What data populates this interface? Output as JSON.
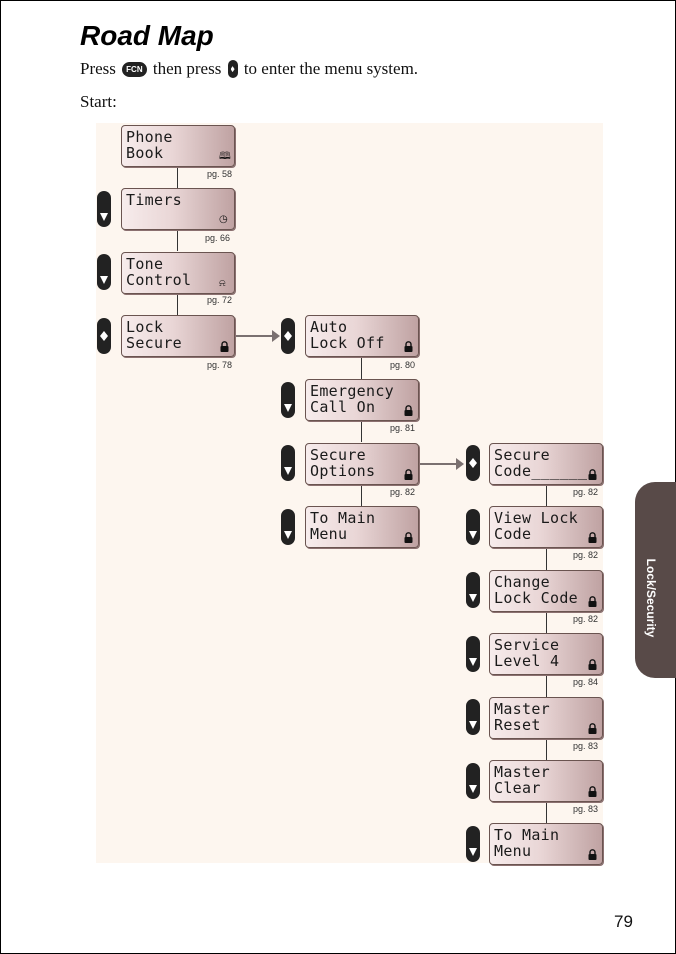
{
  "page": {
    "title": "Road Map",
    "intro": {
      "press": "Press",
      "fcn_key": "FCN",
      "then_press": "then press",
      "enter_menu": "to enter the menu system."
    },
    "start": "Start:",
    "tab_label": "Lock/Security",
    "page_number": "79"
  },
  "menus": {
    "phone_book": {
      "line1": "Phone",
      "line2": "Book",
      "pg": "pg. 58",
      "icon": "book-icon"
    },
    "timers": {
      "line1": "Timers",
      "line2": "",
      "pg": "pg. 66",
      "icon": "clock-icon"
    },
    "tone_control": {
      "line1": "Tone",
      "line2": "Control",
      "pg": "pg. 72",
      "icon": "bell-icon"
    },
    "lock_secure": {
      "line1": "Lock",
      "line2": "Secure",
      "pg": "pg. 78",
      "icon": "lock-icon"
    },
    "auto_lock": {
      "line1": "Auto",
      "line2": "Lock Off",
      "pg": "pg. 80",
      "icon": "lock-icon"
    },
    "emergency_call": {
      "line1": "Emergency",
      "line2": "Call On",
      "pg": "pg. 81",
      "icon": "lock-icon"
    },
    "secure_options": {
      "line1": "Secure",
      "line2": "Options",
      "pg": "pg. 82",
      "icon": "lock-icon"
    },
    "to_main_menu_1": {
      "line1": "To Main",
      "line2": "Menu",
      "icon": "lock-icon"
    },
    "secure_code": {
      "line1": "Secure",
      "line2": "Code______",
      "pg": "pg. 82",
      "icon": "lock-icon"
    },
    "view_lock_code": {
      "line1": "View Lock",
      "line2": "Code",
      "pg": "pg. 82",
      "icon": "lock-icon"
    },
    "change_lock_code": {
      "line1": "Change",
      "line2": "Lock Code",
      "pg": "pg. 82",
      "icon": "lock-icon"
    },
    "service_level": {
      "line1": "Service",
      "line2": "Level 4",
      "pg": "pg. 84",
      "icon": "lock-icon"
    },
    "master_reset": {
      "line1": "Master",
      "line2": "Reset",
      "pg": "pg. 83",
      "icon": "lock-icon"
    },
    "master_clear": {
      "line1": "Master",
      "line2": "Clear",
      "pg": "pg. 83",
      "icon": "lock-icon"
    },
    "to_main_menu_2": {
      "line1": "To Main",
      "line2": "Menu",
      "icon": "lock-icon"
    }
  },
  "colors": {
    "panel": "#fdf6ef",
    "tab": "#584a48",
    "arrow": "#7a7070"
  }
}
